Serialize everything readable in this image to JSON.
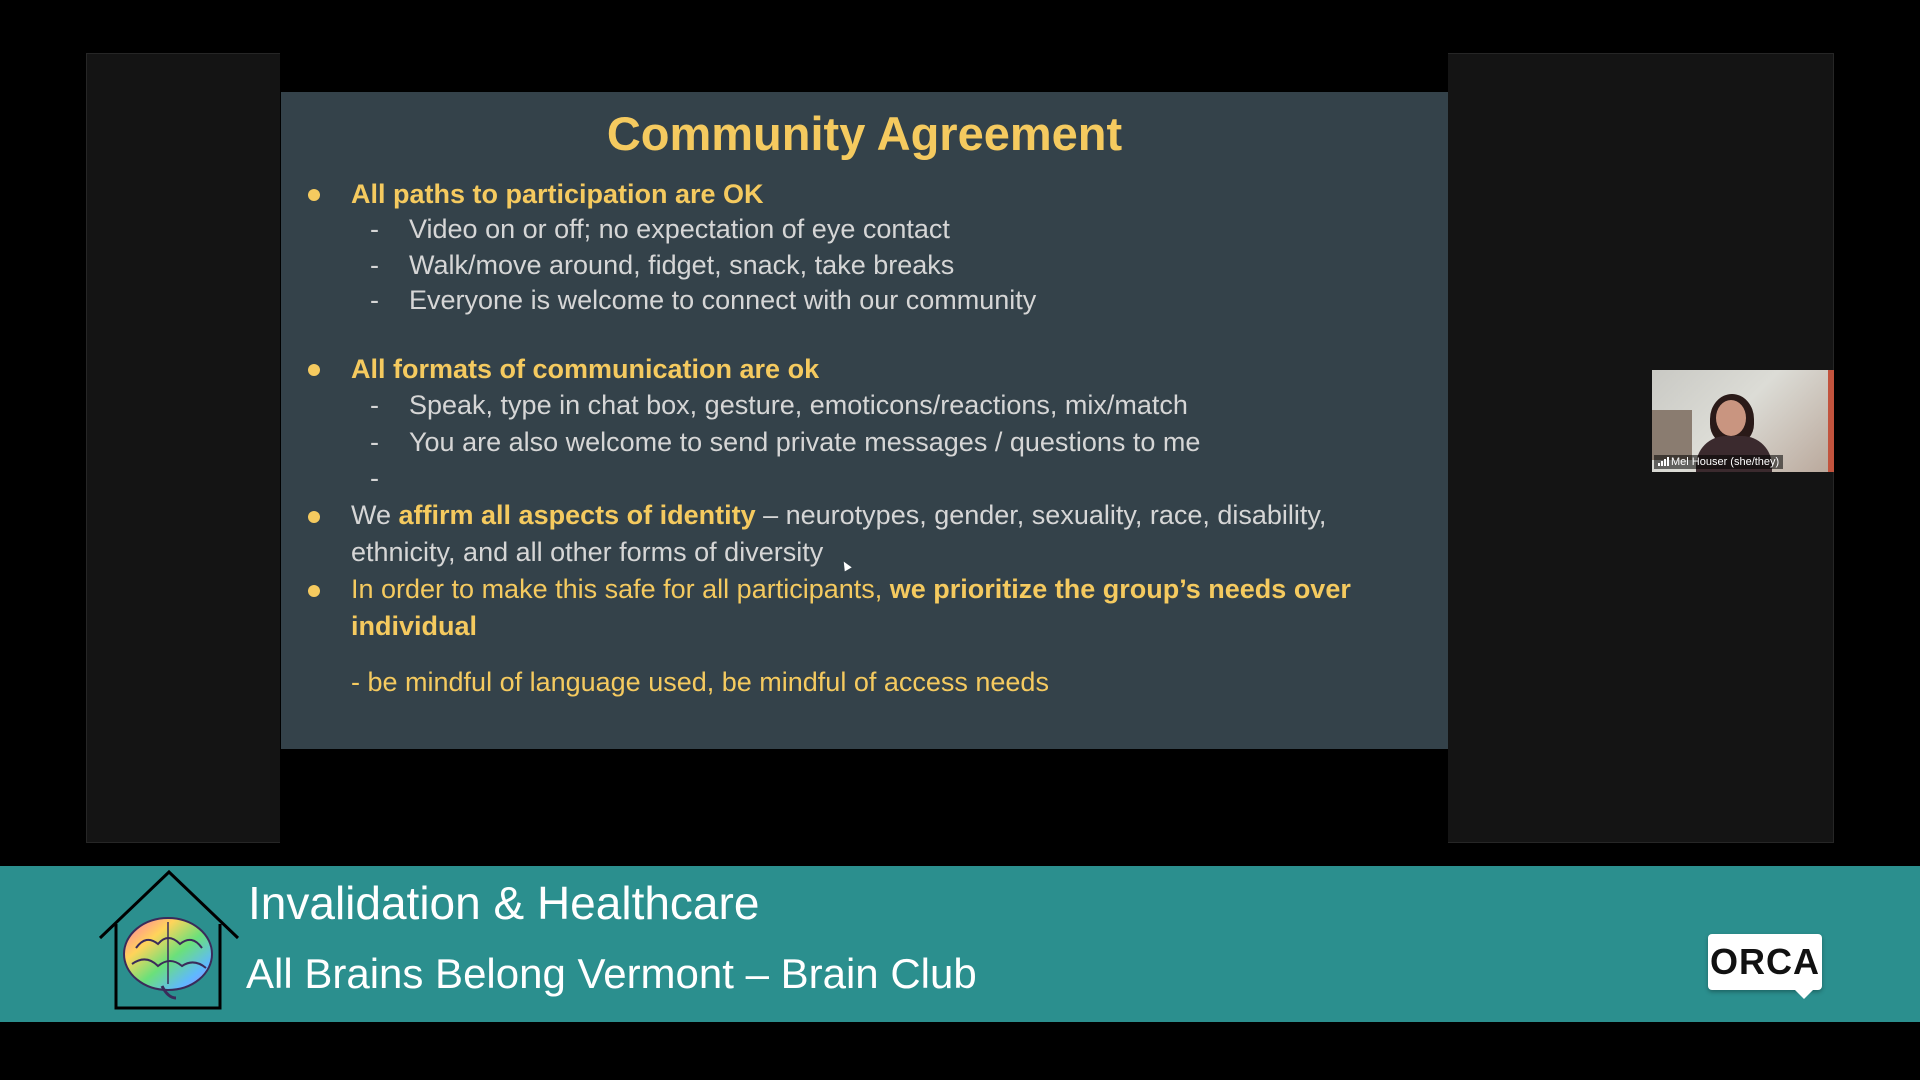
{
  "slide": {
    "title": "Community Agreement",
    "b1": {
      "heading": "All paths to participation are OK",
      "items": [
        "Video on or off; no expectation of eye contact",
        "Walk/move around, fidget, snack, take breaks",
        "Everyone is welcome to connect with our community"
      ]
    },
    "b2": {
      "heading": "All formats of communication are ok",
      "items": [
        "Speak, type in chat box, gesture, emoticons/reactions, mix/match",
        "You are also welcome to send private messages / questions to me"
      ]
    },
    "dash_char": "-",
    "b3": {
      "we": "We ",
      "bold": "affirm all aspects of identity",
      "rest": " – neurotypes, gender, sexuality, race, disability,",
      "line2": "ethnicity, and all other forms of diversity"
    },
    "b4": {
      "plain": "In order to make this safe for all participants, ",
      "bold1": "we prioritize the group’s needs over",
      "bold2": "individual"
    },
    "footer": "- be mindful of language used, be mindful of access needs"
  },
  "participant": {
    "name": "Mel Houser (she/they)"
  },
  "banner": {
    "title": "Invalidation & Healthcare",
    "subtitle": "All Brains Belong Vermont – Brain Club",
    "badge": "ORCA"
  },
  "colors": {
    "slide_bg": "#34424a",
    "accent_yellow": "#f5ca5f",
    "banner_teal": "#2b8f8e"
  }
}
